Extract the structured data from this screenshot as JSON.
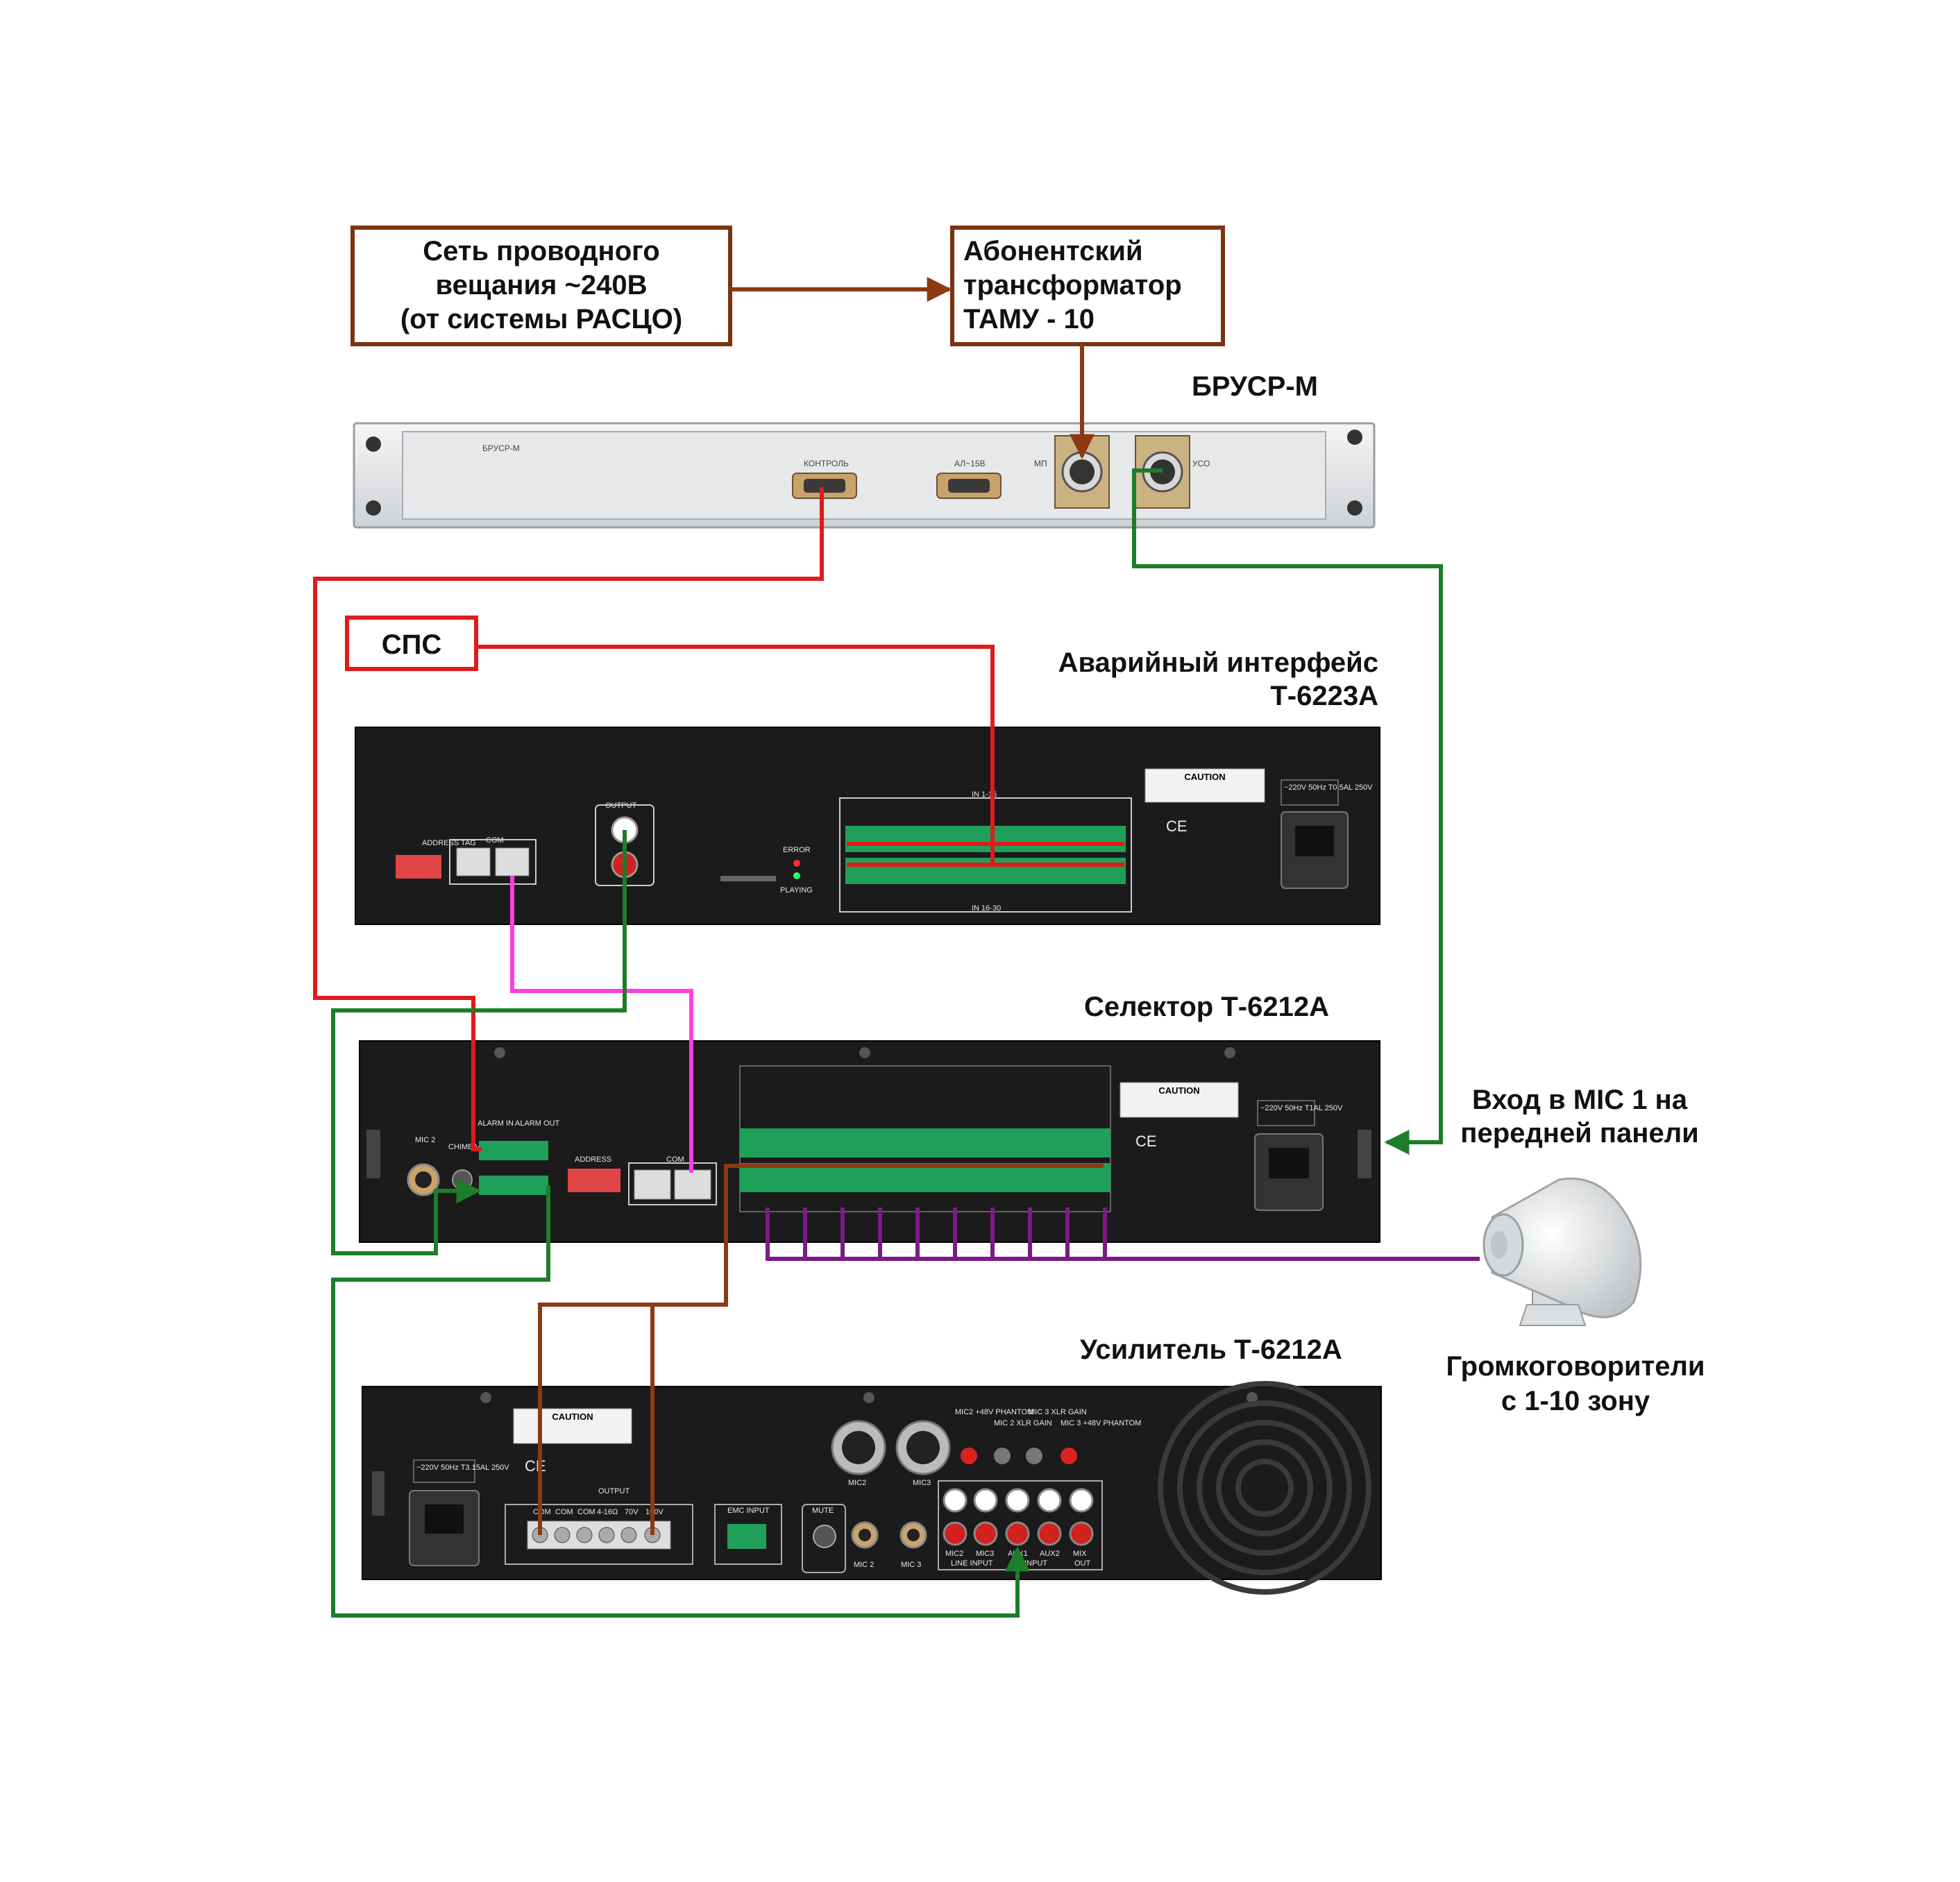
{
  "boxes": {
    "network": [
      "Сеть проводного",
      "вещания  ~240В",
      "(от системы РАСЦО)"
    ],
    "transformer": [
      "Абонентский",
      "трансформатор",
      "ТАМУ - 10"
    ],
    "sps": "СПС"
  },
  "devices": {
    "brusr": {
      "title": "БРУСР-М",
      "panel_label": "БРУСР-М",
      "port_control": "КОНТРОЛЬ",
      "port_al": "АЛ~15В",
      "port_mp": "МП",
      "port_uso": "УСО"
    },
    "interface": {
      "title": [
        "Аварийный интерфейс",
        "Т-6223А"
      ],
      "address_tag": "ADDRESS TAG",
      "com": "COM",
      "output": "OUTPUT",
      "error": "ERROR",
      "playing": "PLAYING",
      "in_top": "IN 1-15",
      "in_bottom": "IN 16-30",
      "caution": "CAUTION",
      "power": "~220V 50Hz T0.5AL 250V"
    },
    "selector": {
      "title": "Селектор Т-6212А",
      "mic": "MIC 2",
      "chime": "CHIME VOL",
      "alarm_in": "ALARM IN",
      "alarm_out": "ALARM OUT",
      "address": "ADDRESS",
      "com": "COM",
      "caution": "CAUTION",
      "power": "~220V 50Hz T1AL 250V"
    },
    "amplifier": {
      "title": "Усилитель Т-6212А",
      "caution": "CAUTION",
      "power": "~220V 50Hz T3.15AL 250V",
      "output": "OUTPUT",
      "terminals": [
        "COM",
        "COM",
        "COM",
        "4-16Ω",
        "70V",
        "100V"
      ],
      "emc": "EMC INPUT",
      "mute": "MUTE",
      "mic2": "MIC2",
      "mic3": "MIC3",
      "mic2_low": "MIC 2",
      "mic3_low": "MIC 3",
      "knob_labels": [
        "MIC2 +48V PHANTOM",
        "MIC 2 XLR GAIN",
        "MIC 3 XLR GAIN",
        "MIC 3 +48V PHANTOM"
      ],
      "rca_labels": [
        "MIC2",
        "MIC3",
        "AUX1",
        "AUX2",
        "MIX"
      ],
      "rca_groups": [
        "LINE INPUT",
        "INPUT",
        "OUT"
      ]
    }
  },
  "annotations": {
    "mic_input": [
      "Вход в MIC 1 на",
      "передней панели"
    ],
    "speakers": [
      "Громкоговорители",
      "с 1-10 зону"
    ]
  },
  "colors": {
    "box_border": "#7a3410",
    "wire_brown": "#8b3a12",
    "wire_red": "#e01b1b",
    "wire_green": "#1e7d2a",
    "wire_magenta": "#ff3ee0",
    "wire_purple": "#7b1a88",
    "terminal_green": "#1fa05a",
    "panel_dark": "#1b1b1b",
    "panel_light": "#e6e8ea"
  }
}
